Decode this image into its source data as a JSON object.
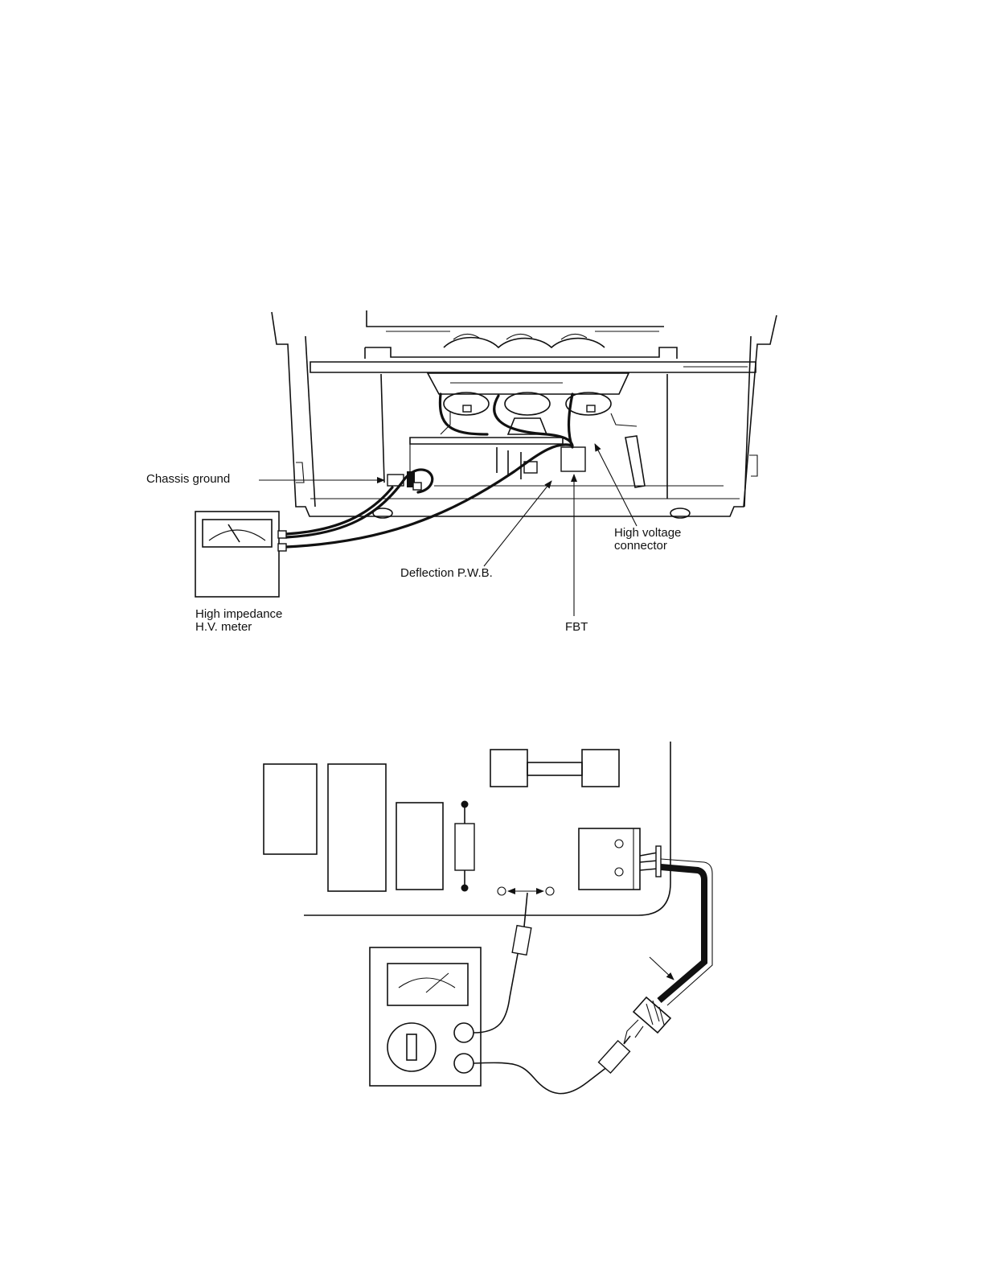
{
  "figure1": {
    "labels": {
      "chassis_ground": "Chassis ground",
      "meter_line1": "High impedance",
      "meter_line2": "H.V. meter",
      "deflection_pwb": "Deflection P.W.B.",
      "hv_connector_line1": "High voltage",
      "hv_connector_line2": "connector",
      "fbt": "FBT"
    }
  },
  "figure2": {
    "labels": []
  }
}
